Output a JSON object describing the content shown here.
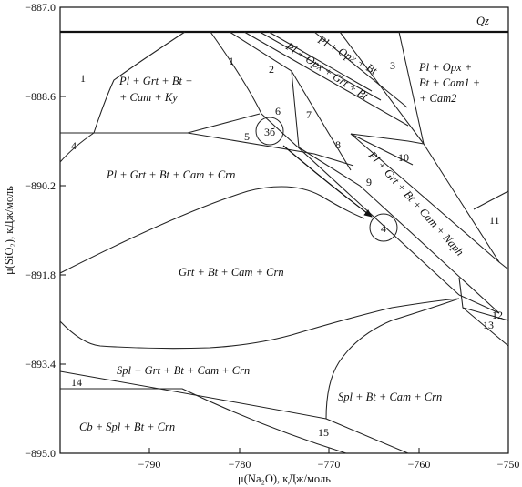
{
  "axes": {
    "x_label": "μ(Na₂O), кДж/моль",
    "y_label": "μ(SiO₂), кДж/моль",
    "x_ticks": [
      "−790",
      "−780",
      "−770",
      "−760",
      "−750"
    ],
    "y_ticks": [
      "−887.0",
      "−888.6",
      "−890.2",
      "−891.8",
      "−893.4",
      "−895.0"
    ]
  },
  "fields": {
    "qz": "Qz",
    "pl_opx_bt": "Pl + Opx + Bt",
    "pl_opx_grt_bt": "Pl + Opx + Grt + Bt",
    "pl_opx_bt_cam1_cam2_l1": "Pl + Opx +",
    "pl_opx_bt_cam1_cam2_l2": "Bt + Cam1 +",
    "pl_opx_bt_cam1_cam2_l3": "+ Cam2",
    "pl_grt_bt_cam_ky_l1": "Pl + Grt + Bt +",
    "pl_grt_bt_cam_ky_l2": "+ Cam + Ky",
    "pl_grt_bt_cam_crn": "Pl + Grt + Bt + Cam + Crn",
    "pl_grt_bt_cam_naph": "Pl + Grt + Bt + Cam + Naph",
    "grt_bt_cam_crn": "Grt + Bt + Cam + Crn",
    "spl_grt_bt_cam_crn": "Spl + Grt + Bt + Cam + Crn",
    "spl_bt_cam_crn": "Spl + Bt + Cam + Crn",
    "cb_spl_bt_crn": "Cb + Spl + Bt + Crn"
  },
  "field_numbers": {
    "n1_left": "1",
    "n1_mid": "1",
    "n2": "2",
    "n3": "3",
    "n4": "4",
    "n5": "5",
    "n6": "6",
    "n7": "7",
    "n8": "8",
    "n9": "9",
    "n10": "10",
    "n11": "11",
    "n12": "12",
    "n13": "13",
    "n14": "14",
    "n15": "15"
  },
  "points": {
    "p36": "3б",
    "p4": "4"
  }
}
